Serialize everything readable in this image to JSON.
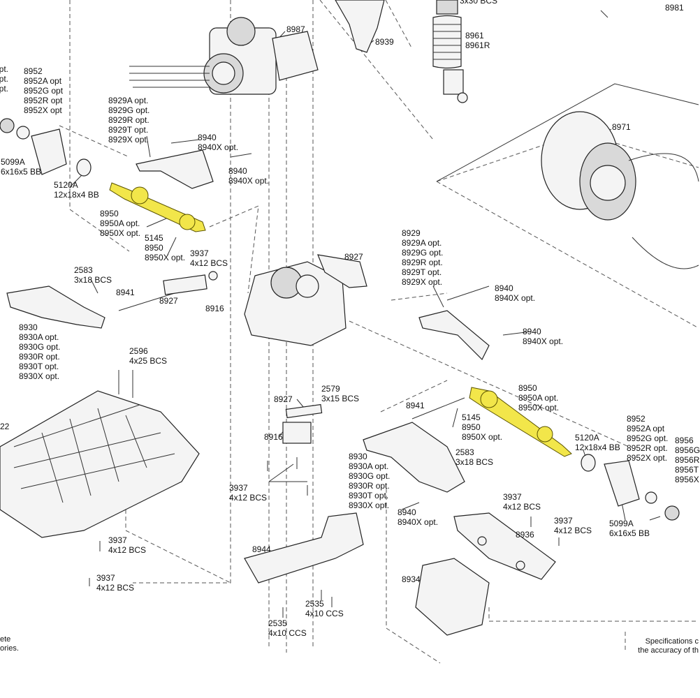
{
  "colors": {
    "highlight": "#f2e64a",
    "line": "#333333",
    "background": "#ffffff"
  },
  "labels": {
    "l8987": [
      "8987"
    ],
    "l8939": [
      "8939"
    ],
    "l8961": [
      "8961",
      "8961R"
    ],
    "l8981": [
      "8981"
    ],
    "l3x30": [
      "3x30 BCS"
    ],
    "l8952_left": [
      "8952",
      "8952A opt",
      "8952G opt",
      "8952R opt",
      "8952X opt"
    ],
    "l_left_edge_opts": [
      "opt.",
      "opt.",
      "opt."
    ],
    "l5099a_left": [
      "5099A",
      "6x16x5 BB"
    ],
    "l5120a_left": [
      "5120A",
      "12x18x4 BB"
    ],
    "l8929_upper": [
      "8929A opt.",
      "8929G opt.",
      "8929R opt.",
      "8929T opt.",
      "8929X opt."
    ],
    "l8940_a": [
      "8940",
      "8940X opt."
    ],
    "l8940_b": [
      "8940",
      "8940X opt."
    ],
    "l8950_left": [
      "8950",
      "8950A opt.",
      "8950X opt."
    ],
    "l5145_left": [
      "5145",
      "8950",
      "8950X opt."
    ],
    "l3937_upper": [
      "3937",
      "4x12 BCS"
    ],
    "l8927_top": [
      "8927"
    ],
    "l8971": [
      "8971"
    ],
    "l2583_left": [
      "2583",
      "3x18 BCS"
    ],
    "l8941_left": [
      "8941"
    ],
    "l8927_mid": [
      "8927"
    ],
    "l8916_left": [
      "8916"
    ],
    "l8930_left": [
      "8930",
      "8930A opt.",
      "8930G opt.",
      "8930R opt.",
      "8930T opt.",
      "8930X opt."
    ],
    "l8929_right": [
      "8929",
      "8929A opt.",
      "8929G opt.",
      "8929R opt.",
      "8929T opt.",
      "8929X opt."
    ],
    "l8940_c": [
      "8940",
      "8940X opt."
    ],
    "l8940_d": [
      "8940",
      "8940X opt."
    ],
    "l2596": [
      "2596",
      "4x25 BCS"
    ],
    "l8950_right": [
      "8950",
      "8950A opt.",
      "8950X opt."
    ],
    "l2579": [
      "2579",
      "3x15 BCS"
    ],
    "l8927_low": [
      "8927"
    ],
    "l8941_right": [
      "8941"
    ],
    "l5145_right": [
      "5145",
      "8950",
      "8950X opt."
    ],
    "l8952_right": [
      "8952",
      "8952A opt",
      "8952G opt.",
      "8952R opt.",
      "8952X opt."
    ],
    "l5120a_right": [
      "5120A",
      "12x18x4 BB"
    ],
    "l8956": [
      "8956",
      "8956G",
      "8956R",
      "8956T",
      "8956X"
    ],
    "l22": [
      "22"
    ],
    "l8916_low": [
      "8916"
    ],
    "l2583_right": [
      "2583",
      "3x18 BCS"
    ],
    "l8930_right": [
      "8930",
      "8930A opt.",
      "8930G opt.",
      "8930R opt.",
      "8930T opt.",
      "8930X opt."
    ],
    "l3937_mid": [
      "3937",
      "4x12 BCS"
    ],
    "l8940_e": [
      "8940",
      "8940X opt."
    ],
    "l3937_r1": [
      "3937",
      "4x12 BCS"
    ],
    "l8936": [
      "8936"
    ],
    "l3937_r2": [
      "3937",
      "4x12 BCS"
    ],
    "l5099a_right": [
      "5099A",
      "6x16x5 BB"
    ],
    "l3937_bl1": [
      "3937",
      "4x12 BCS"
    ],
    "l3937_bl2": [
      "3937",
      "4x12 BCS"
    ],
    "l8944": [
      "8944"
    ],
    "l8934": [
      "8934"
    ],
    "l2535_a": [
      "2535",
      "4x10 CCS"
    ],
    "l2535_b": [
      "2535",
      "4x10 CCS"
    ]
  },
  "footnotes": {
    "left": [
      "ete",
      "ories."
    ],
    "right": [
      "Specifications c",
      "the accuracy of th"
    ]
  }
}
